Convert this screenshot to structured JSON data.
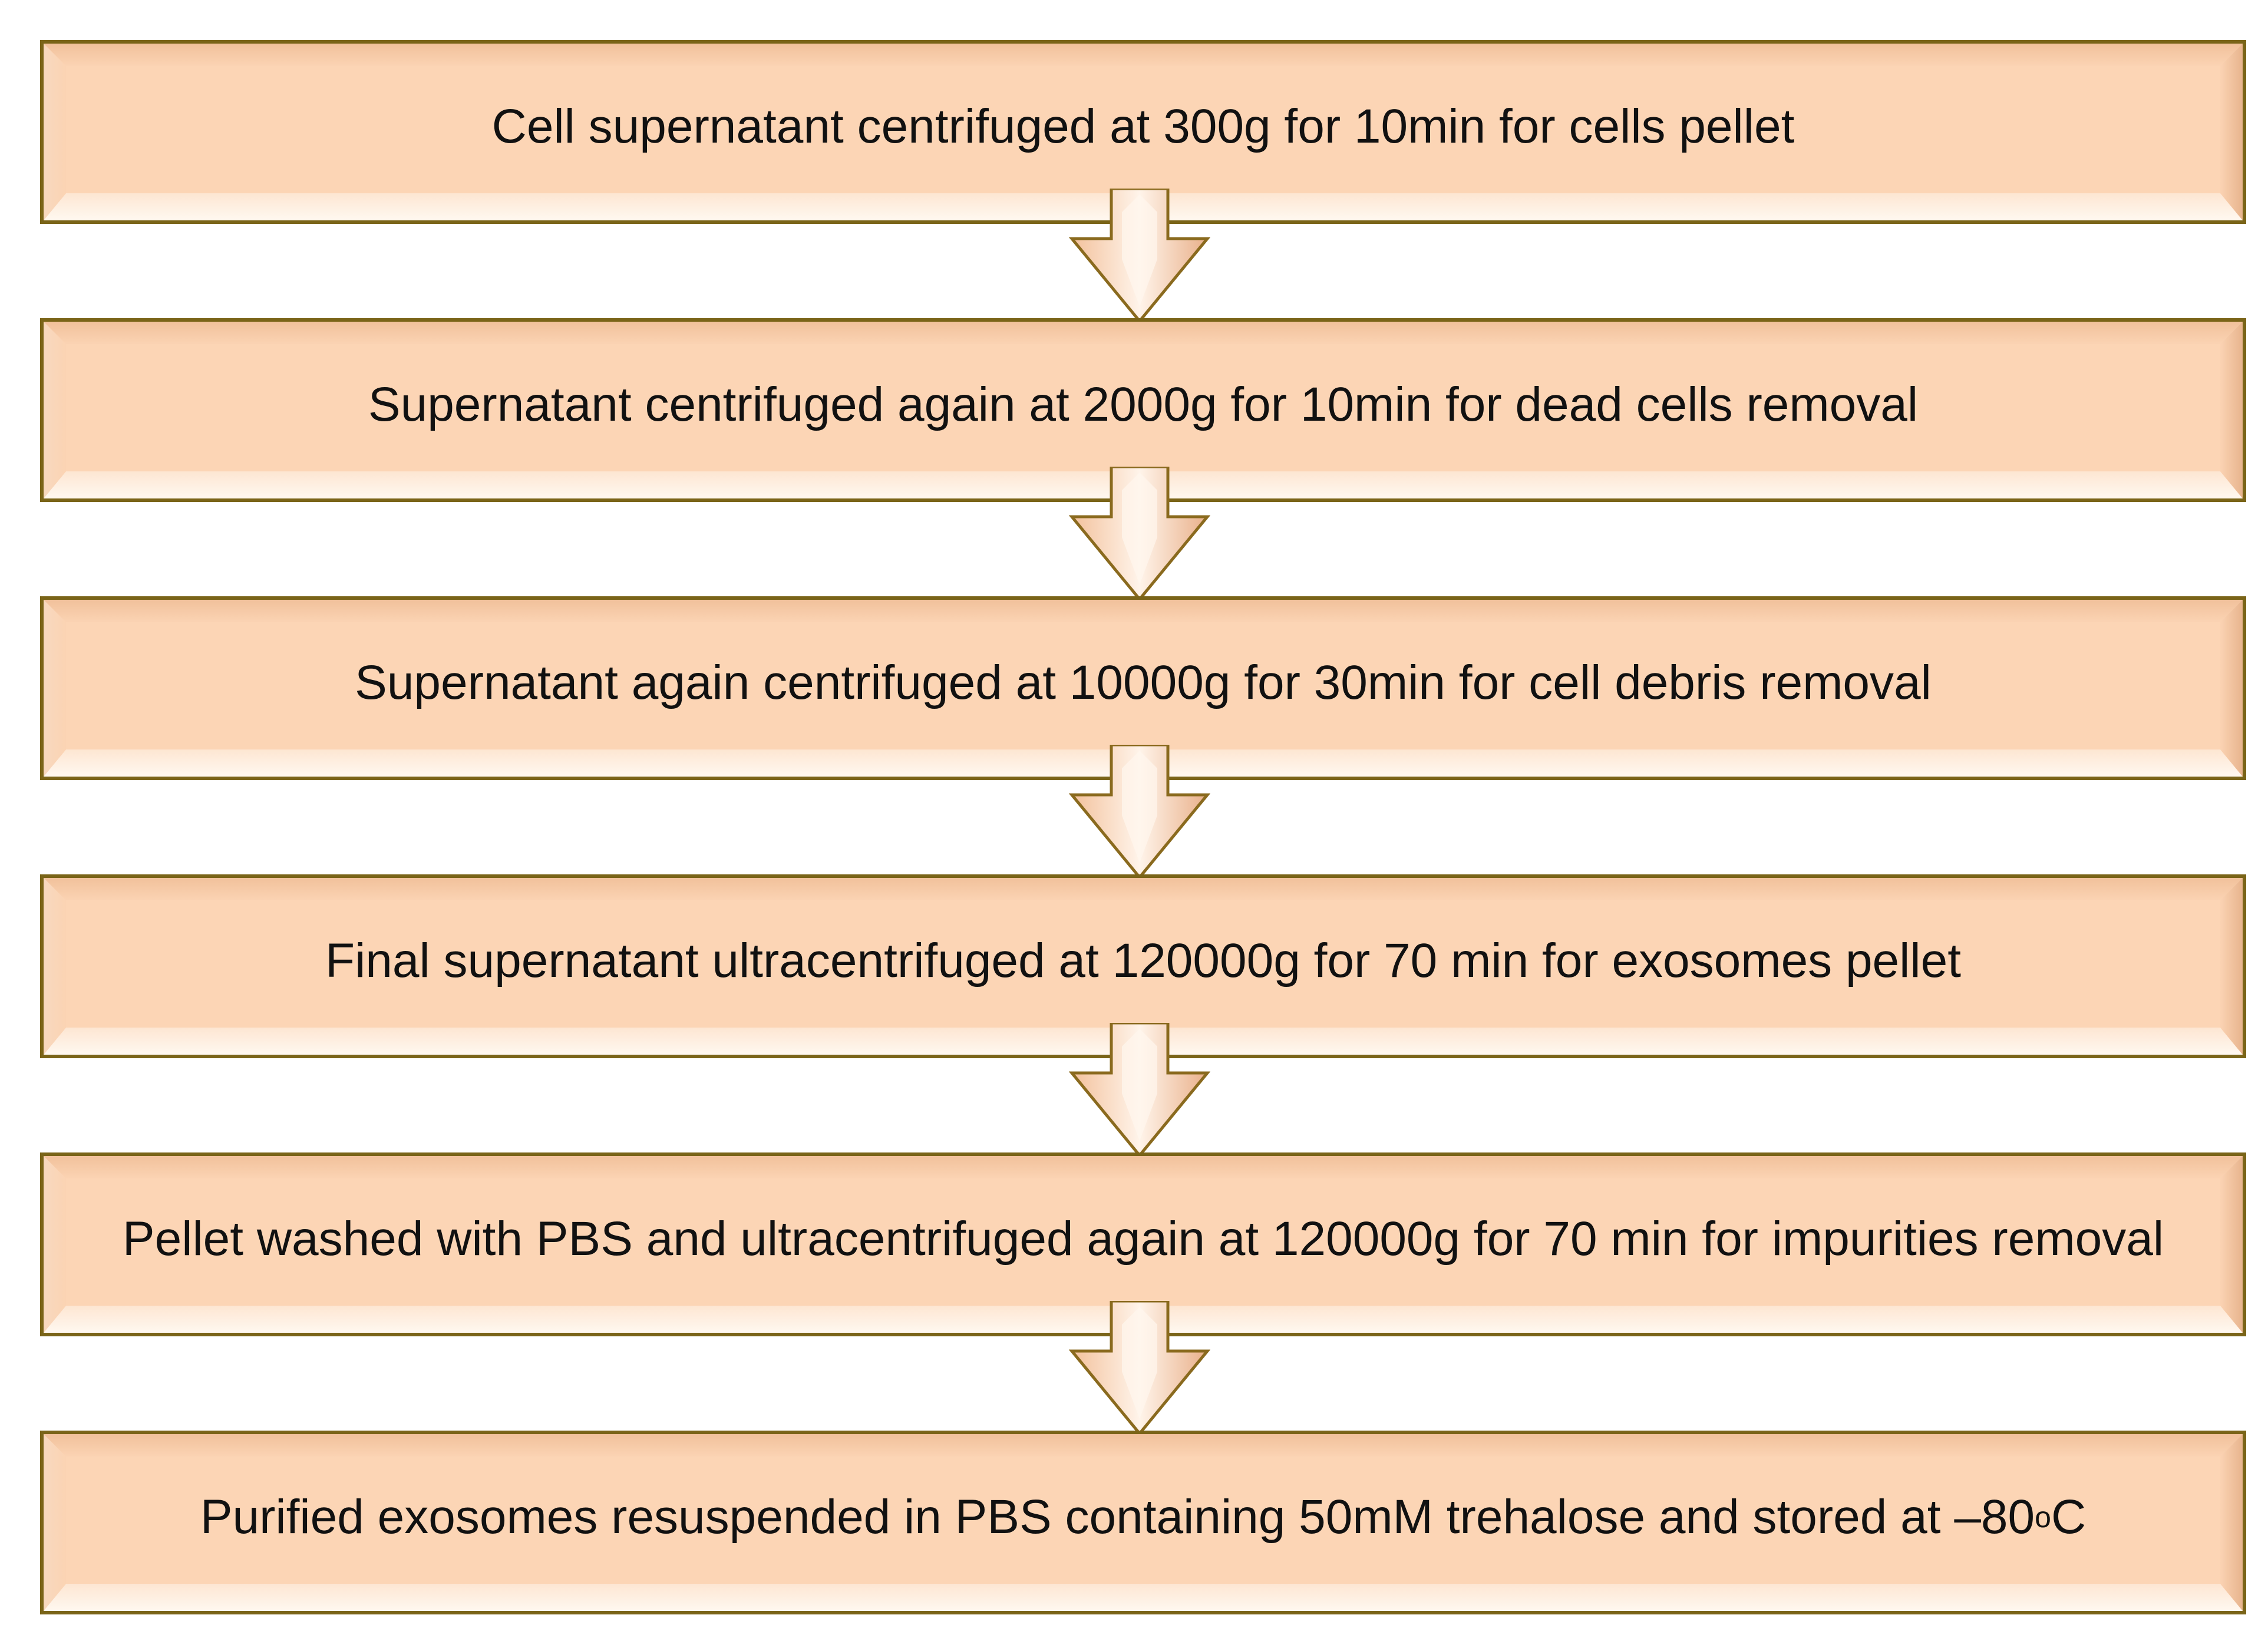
{
  "steps": [
    {
      "text": "Cell supernatant centrifuged at 300g for 10min for cells pellet"
    },
    {
      "text": "Supernatant centrifuged again at 2000g for 10min for dead cells removal"
    },
    {
      "text": "Supernatant again centrifuged at 10000g for 30min for cell debris removal"
    },
    {
      "text": "Final supernatant ultracentrifuged at 120000g for 70 min for exosomes pellet"
    },
    {
      "text": "Pellet washed with PBS and ultracentrifuged again at 120000g for 70 min for impurities removal"
    },
    {
      "text_main": "Purified exosomes resuspended in PBS containing 50mM trehalose and stored at –80",
      "text_superscript": "o",
      "text_unit": "C"
    }
  ],
  "colors": {
    "box_fill": "#fcd5b5",
    "box_border": "#7a6418",
    "highlight": "#fff4ea",
    "shadow": "#d9a47c",
    "arrow_fill": "#f7c9a6"
  },
  "arrow_icon": "down-arrow-icon"
}
